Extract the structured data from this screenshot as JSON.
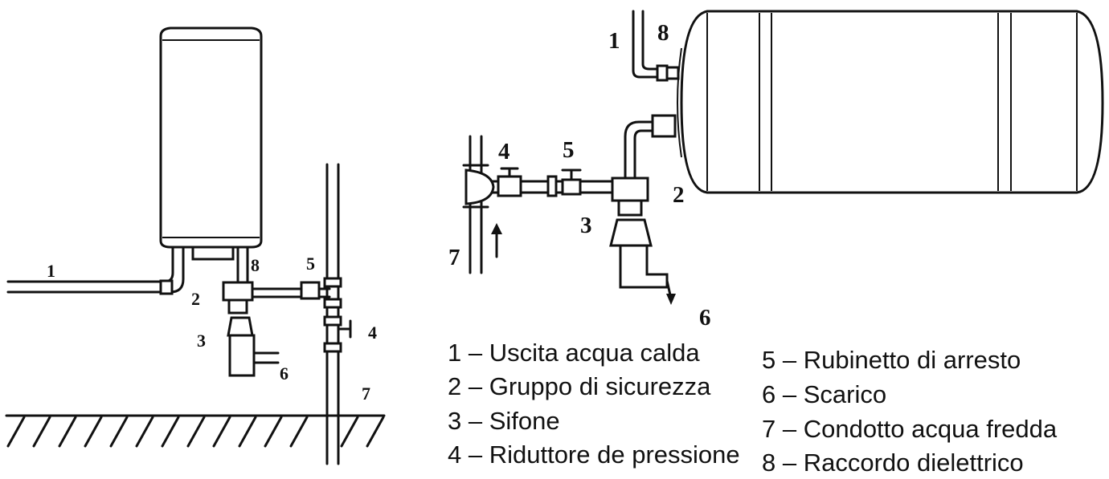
{
  "left_callouts": [
    "1",
    "2",
    "3",
    "4",
    "5",
    "6",
    "7",
    "8"
  ],
  "right_callouts": [
    "1",
    "8",
    "4",
    "5",
    "2",
    "3",
    "7",
    "6"
  ],
  "legend_left": [
    "1 – Uscita acqua calda",
    "2 – Gruppo di sicurezza",
    "3 – Sifone",
    "4 – Riduttore de pressione"
  ],
  "legend_right": [
    "5 – Rubinetto di arresto",
    "6 – Scarico",
    "7 – Condotto acqua fredda",
    "8 – Raccordo dielettrico"
  ]
}
